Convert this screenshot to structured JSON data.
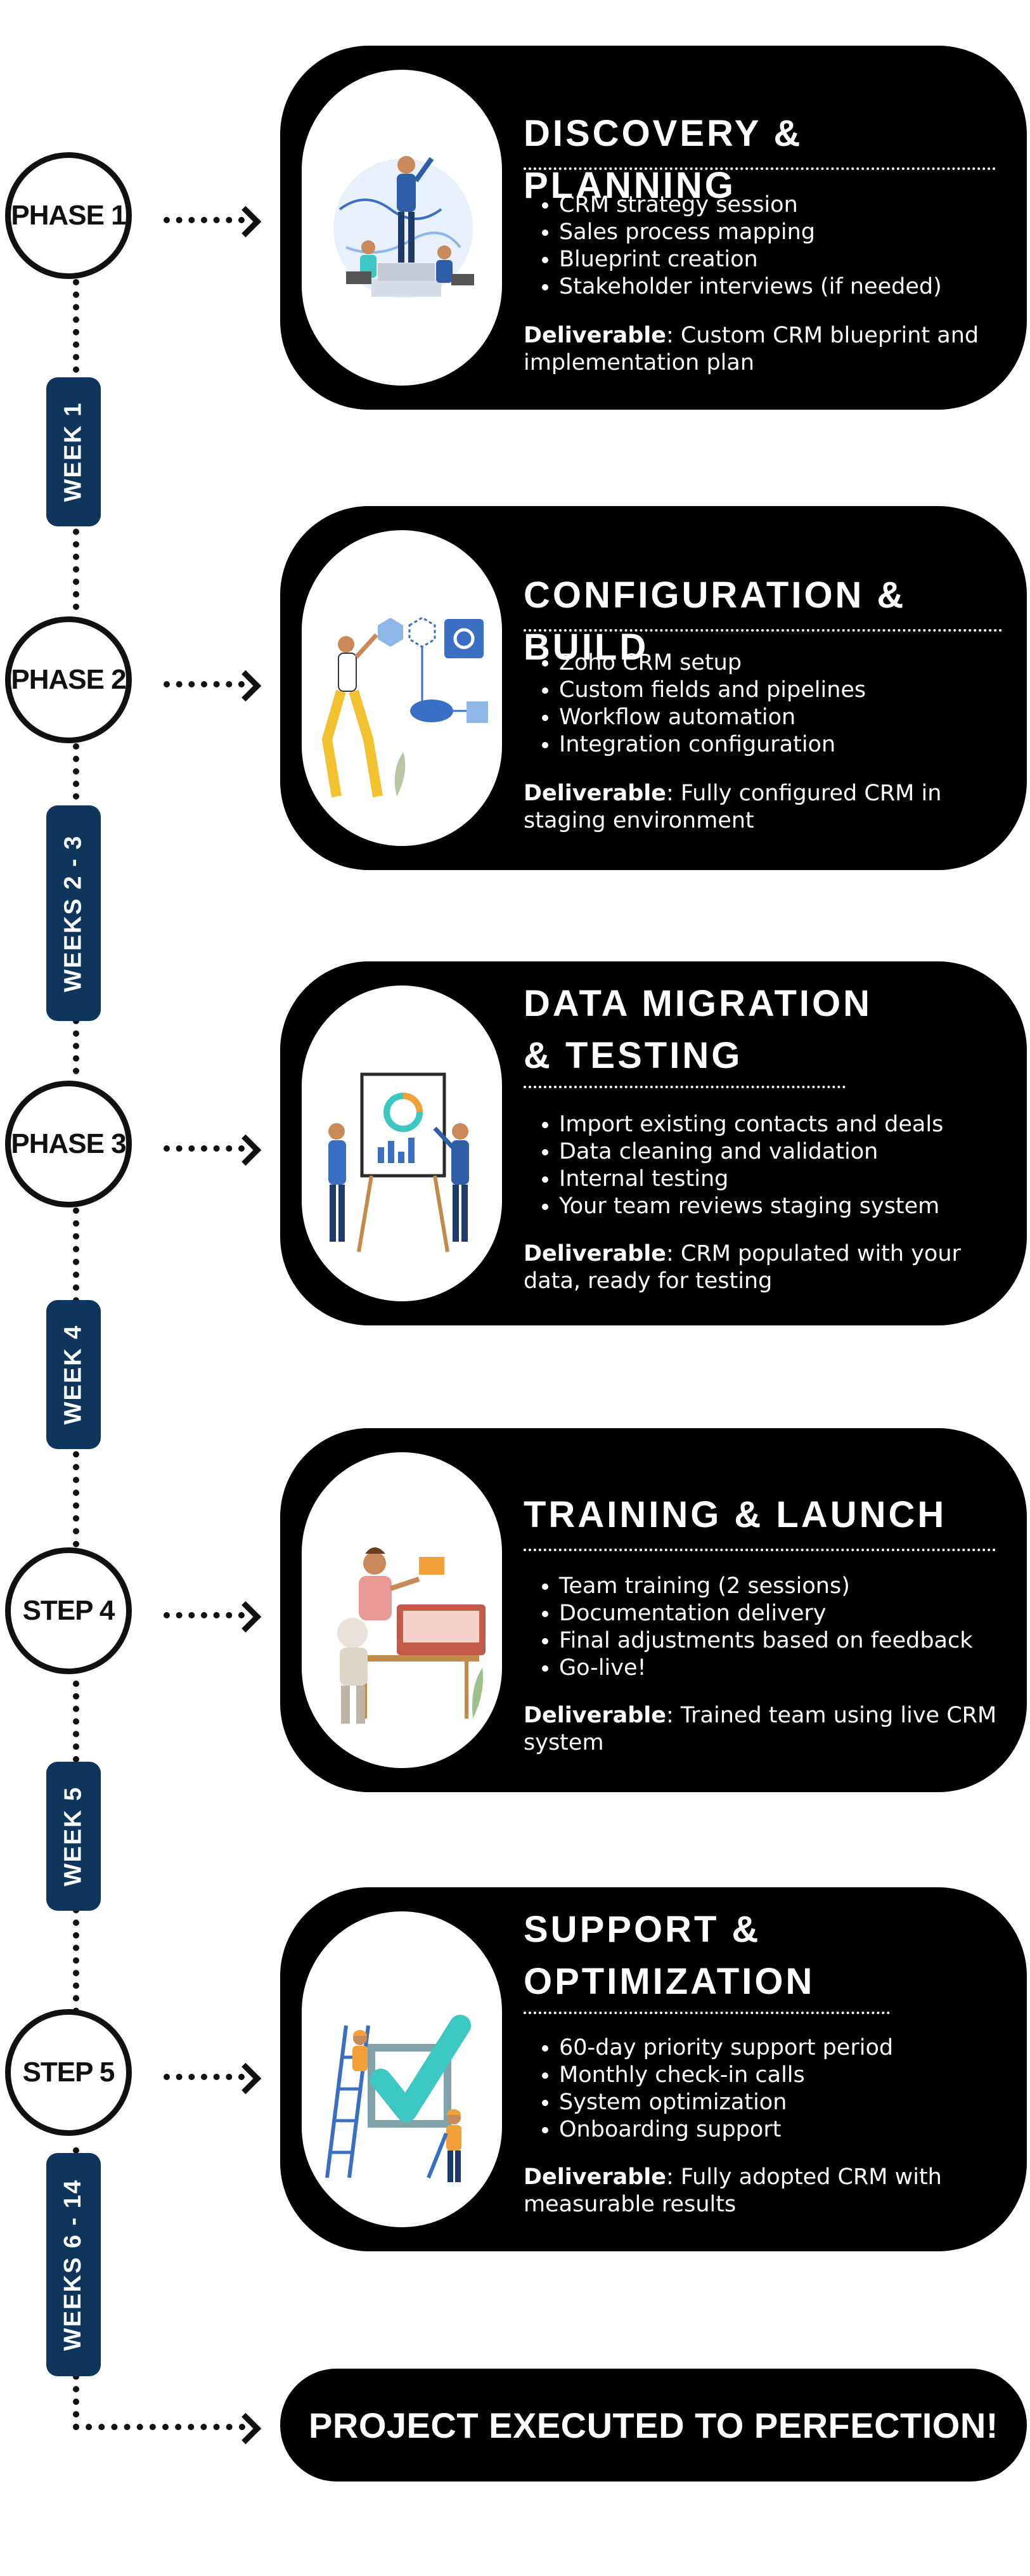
{
  "timeline": [
    {
      "marker": "PHASE 1",
      "duration": "WEEK 1",
      "title_lines": [
        "DISCOVERY & PLANNING"
      ],
      "items": [
        "CRM strategy session",
        "Sales process mapping",
        "Blueprint creation",
        "Stakeholder interviews (if needed)"
      ],
      "deliverable_label": "Deliverable",
      "deliverable_text": ": Custom CRM blueprint and implementation plan",
      "illustration": "team-strategy-illustration"
    },
    {
      "marker": "PHASE 2",
      "duration": "WEEKS 2 - 3",
      "title_lines": [
        "CONFIGURATION & BUILD"
      ],
      "items": [
        "Zoho CRM setup",
        "Custom fields and pipelines",
        "Workflow automation",
        "Integration configuration"
      ],
      "deliverable_label": "Deliverable",
      "deliverable_text": ": Fully configured CRM in staging environment",
      "illustration": "workflow-builder-illustration"
    },
    {
      "marker": "PHASE 3",
      "duration": "WEEK 4",
      "title_lines": [
        "DATA MIGRATION",
        "& TESTING"
      ],
      "items": [
        "Import existing contacts and deals",
        "Data cleaning and validation",
        "Internal testing",
        "Your team reviews staging system"
      ],
      "deliverable_label": "Deliverable",
      "deliverable_text": ": CRM populated with your data, ready for testing",
      "illustration": "data-presentation-illustration"
    },
    {
      "marker": "STEP 4",
      "duration": "WEEK 5",
      "title_lines": [
        "TRAINING & LAUNCH"
      ],
      "items": [
        "Team training (2 sessions)",
        "Documentation delivery",
        "Final adjustments based on feedback",
        "Go-live!"
      ],
      "deliverable_label": "Deliverable",
      "deliverable_text": ": Trained team using live CRM system",
      "illustration": "training-session-illustration"
    },
    {
      "marker": "STEP 5",
      "duration": "WEEKS 6 - 14",
      "title_lines": [
        "SUPPORT &",
        "OPTIMIZATION"
      ],
      "items": [
        "60-day priority support period",
        "Monthly check-in calls",
        "System optimization",
        "Onboarding support"
      ],
      "deliverable_label": "Deliverable",
      "deliverable_text": ": Fully adopted CRM with measurable results",
      "illustration": "checkmark-support-illustration"
    }
  ],
  "final": {
    "text": "PROJECT EXECUTED TO PERFECTION!"
  },
  "colors": {
    "card_background": "#000000",
    "week_badge": "#0e355c",
    "accent_blue": "#3b6fc4",
    "accent_teal": "#3cc7c2",
    "accent_yellow": "#f2c230"
  }
}
